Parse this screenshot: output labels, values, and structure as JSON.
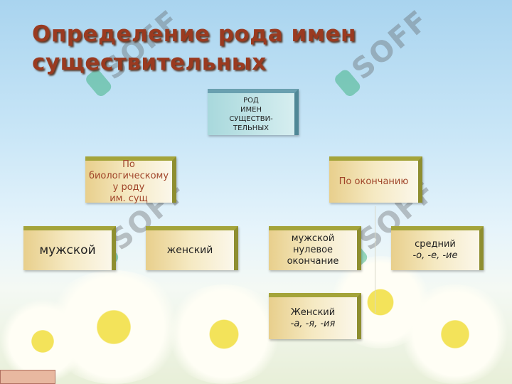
{
  "title": {
    "line1": "Определение рода имен",
    "line2": "существительных"
  },
  "root": {
    "lines": [
      "РОД",
      "ИМЕН",
      "СУЩЕСТВИ-",
      "ТЕЛЬНЫХ"
    ]
  },
  "branch_bio": {
    "lines": [
      "По",
      "биологическому",
      "у роду",
      "им. сущ"
    ]
  },
  "branch_ending": {
    "label": "По окончанию"
  },
  "bio_children": {
    "masculine": "мужской",
    "feminine": "женский"
  },
  "ending_children": {
    "masculine": {
      "lines": [
        "мужской",
        "нулевое",
        "окончание"
      ]
    },
    "neuter": {
      "label": "средний",
      "endings": "-о, -е, -ие"
    },
    "feminine": {
      "label": "Женский",
      "endings": "-а, -я, -ия"
    }
  },
  "watermark": "SOFF",
  "colors": {
    "title": "#9a3a20",
    "box_edge": "#a4a43a",
    "root_fill": "#a8d8dc"
  }
}
